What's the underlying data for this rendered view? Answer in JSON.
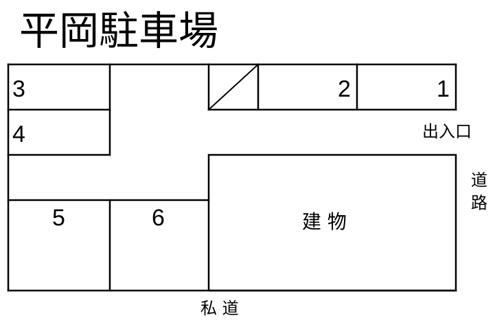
{
  "title": "平岡駐車場",
  "spaces": [
    {
      "number": "1",
      "label": "1"
    },
    {
      "number": "2",
      "label": "2"
    },
    {
      "number": "3",
      "label": "3"
    },
    {
      "number": "4",
      "label": "4"
    },
    {
      "number": "5",
      "label": "5"
    },
    {
      "number": "6",
      "label": "6"
    }
  ],
  "unavailable_space": {
    "marker": "diagonal-slash"
  },
  "labels": {
    "entrance": "出入口",
    "building": "建 物",
    "private_road": "私 道",
    "road_char_1": "道",
    "road_char_2": "路"
  },
  "colors": {
    "line": "#000000",
    "background": "#ffffff"
  }
}
